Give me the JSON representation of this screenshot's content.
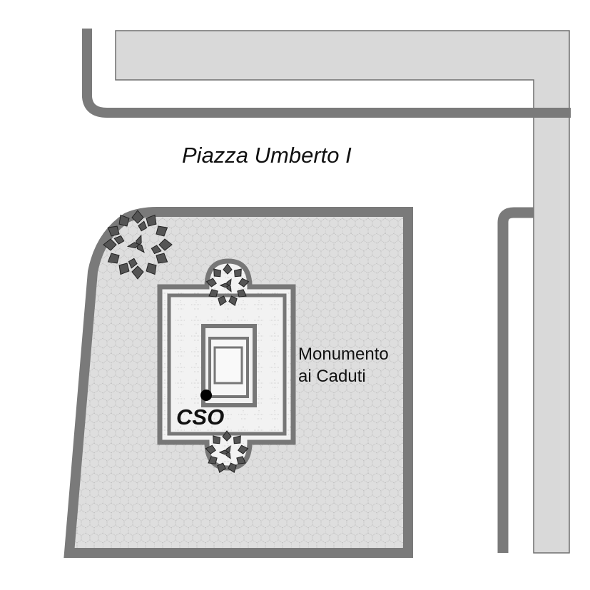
{
  "map": {
    "square_name": "Piazza Umberto I",
    "monument": {
      "line1": "Monumento",
      "line2": "ai Caduti"
    },
    "marker_label": "CSO",
    "colors": {
      "building_fill": "#d9d9d9",
      "outline": "#7a7a7a",
      "paving_fill": "#dedede",
      "plant_leaf": "#555555",
      "background": "#ffffff"
    }
  }
}
